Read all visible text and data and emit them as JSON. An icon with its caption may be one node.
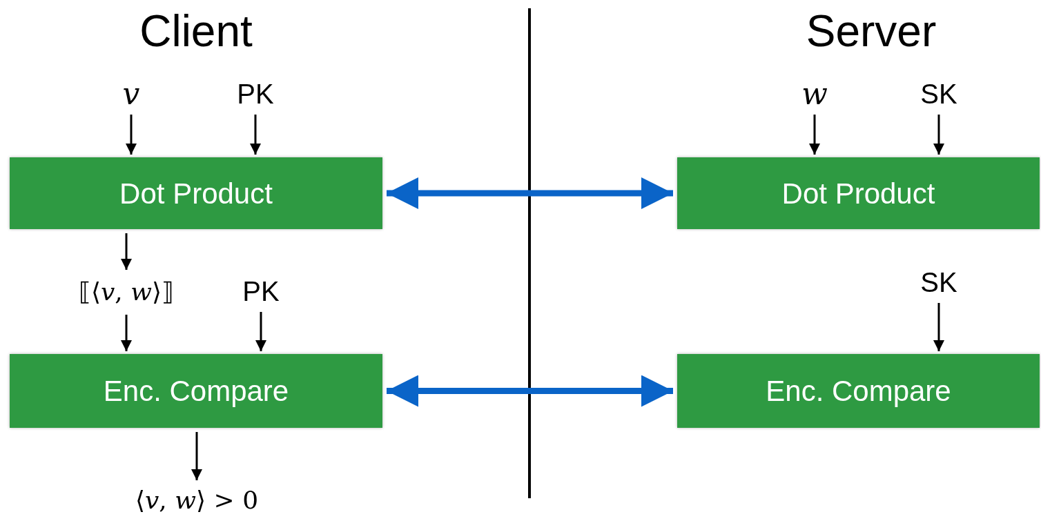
{
  "diagram": {
    "nodes": [
      {
        "text": [
          "v"
        ]
      },
      {
        "text": [
          "PK"
        ]
      },
      {
        "text": [
          "Dot Product"
        ]
      },
      {
        "text": [
          "⟦⟨*v*, *w*⟩⟧"
        ]
      },
      {
        "text": [
          "PK"
        ]
      },
      {
        "text": [
          "Enc. Compare"
        ]
      },
      {
        "text": [
          "⟨*v*, *w*⟩ > 0"
        ]
      },
      {
        "text": [
          "w"
        ]
      },
      {
        "text": [
          "SK"
        ]
      },
      {
        "text": [
          "Dot Product"
        ]
      },
      {
        "text": [
          "SK"
        ]
      },
      {
        "text": [
          "Enc. Compare"
        ]
      }
    ],
    "edges": [
      {
        "from": 0,
        "to": 2,
        "arrow": "to"
      },
      {
        "from": 1,
        "to": 2,
        "arrow": "to"
      },
      {
        "from": 2,
        "to": 3,
        "arrow": "to"
      },
      {
        "from": 3,
        "to": 5,
        "arrow": "to"
      },
      {
        "from": 4,
        "to": 5,
        "arrow": "to"
      },
      {
        "from": 5,
        "to": 6,
        "arrow": "to"
      },
      {
        "from": 7,
        "to": 9,
        "arrow": "to"
      },
      {
        "from": 8,
        "to": 9,
        "arrow": "to"
      },
      {
        "from": 10,
        "to": 11,
        "arrow": "to"
      },
      {
        "from": 2,
        "to": 9,
        "arrow": "both",
        "style": "thick",
        "color": "#0a64c8"
      },
      {
        "from": 5,
        "to": 11,
        "arrow": "both",
        "style": "thick",
        "color": "#0a64c8"
      }
    ],
    "labels": [
      "Client",
      "Server"
    ]
  }
}
